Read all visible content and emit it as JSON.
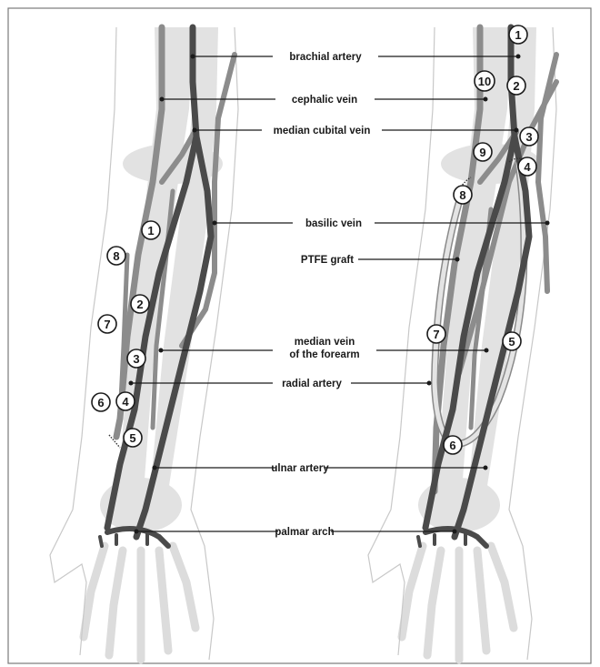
{
  "labels": {
    "brachial_artery": "brachial artery",
    "cephalic_vein": "cephalic vein",
    "median_cubital_vein": "median cubital vein",
    "basilic_vein": "basilic vein",
    "ptfe_graft": "PTFE graft",
    "median_vein_forearm_line1": "median vein",
    "median_vein_forearm_line2": "of the forearm",
    "radial_artery": "radial artery",
    "ulnar_artery": "ulnar artery",
    "palmar_arch": "palmar arch"
  },
  "left_markers": [
    "1",
    "2",
    "3",
    "4",
    "5",
    "6",
    "7",
    "8"
  ],
  "right_markers": [
    "1",
    "2",
    "3",
    "4",
    "5",
    "6",
    "7",
    "8",
    "9",
    "10"
  ],
  "colors": {
    "artery": "#4a4a4a",
    "vein": "#8c8c8c",
    "bone": "#e2e2e2",
    "text": "#1a1a1a"
  }
}
